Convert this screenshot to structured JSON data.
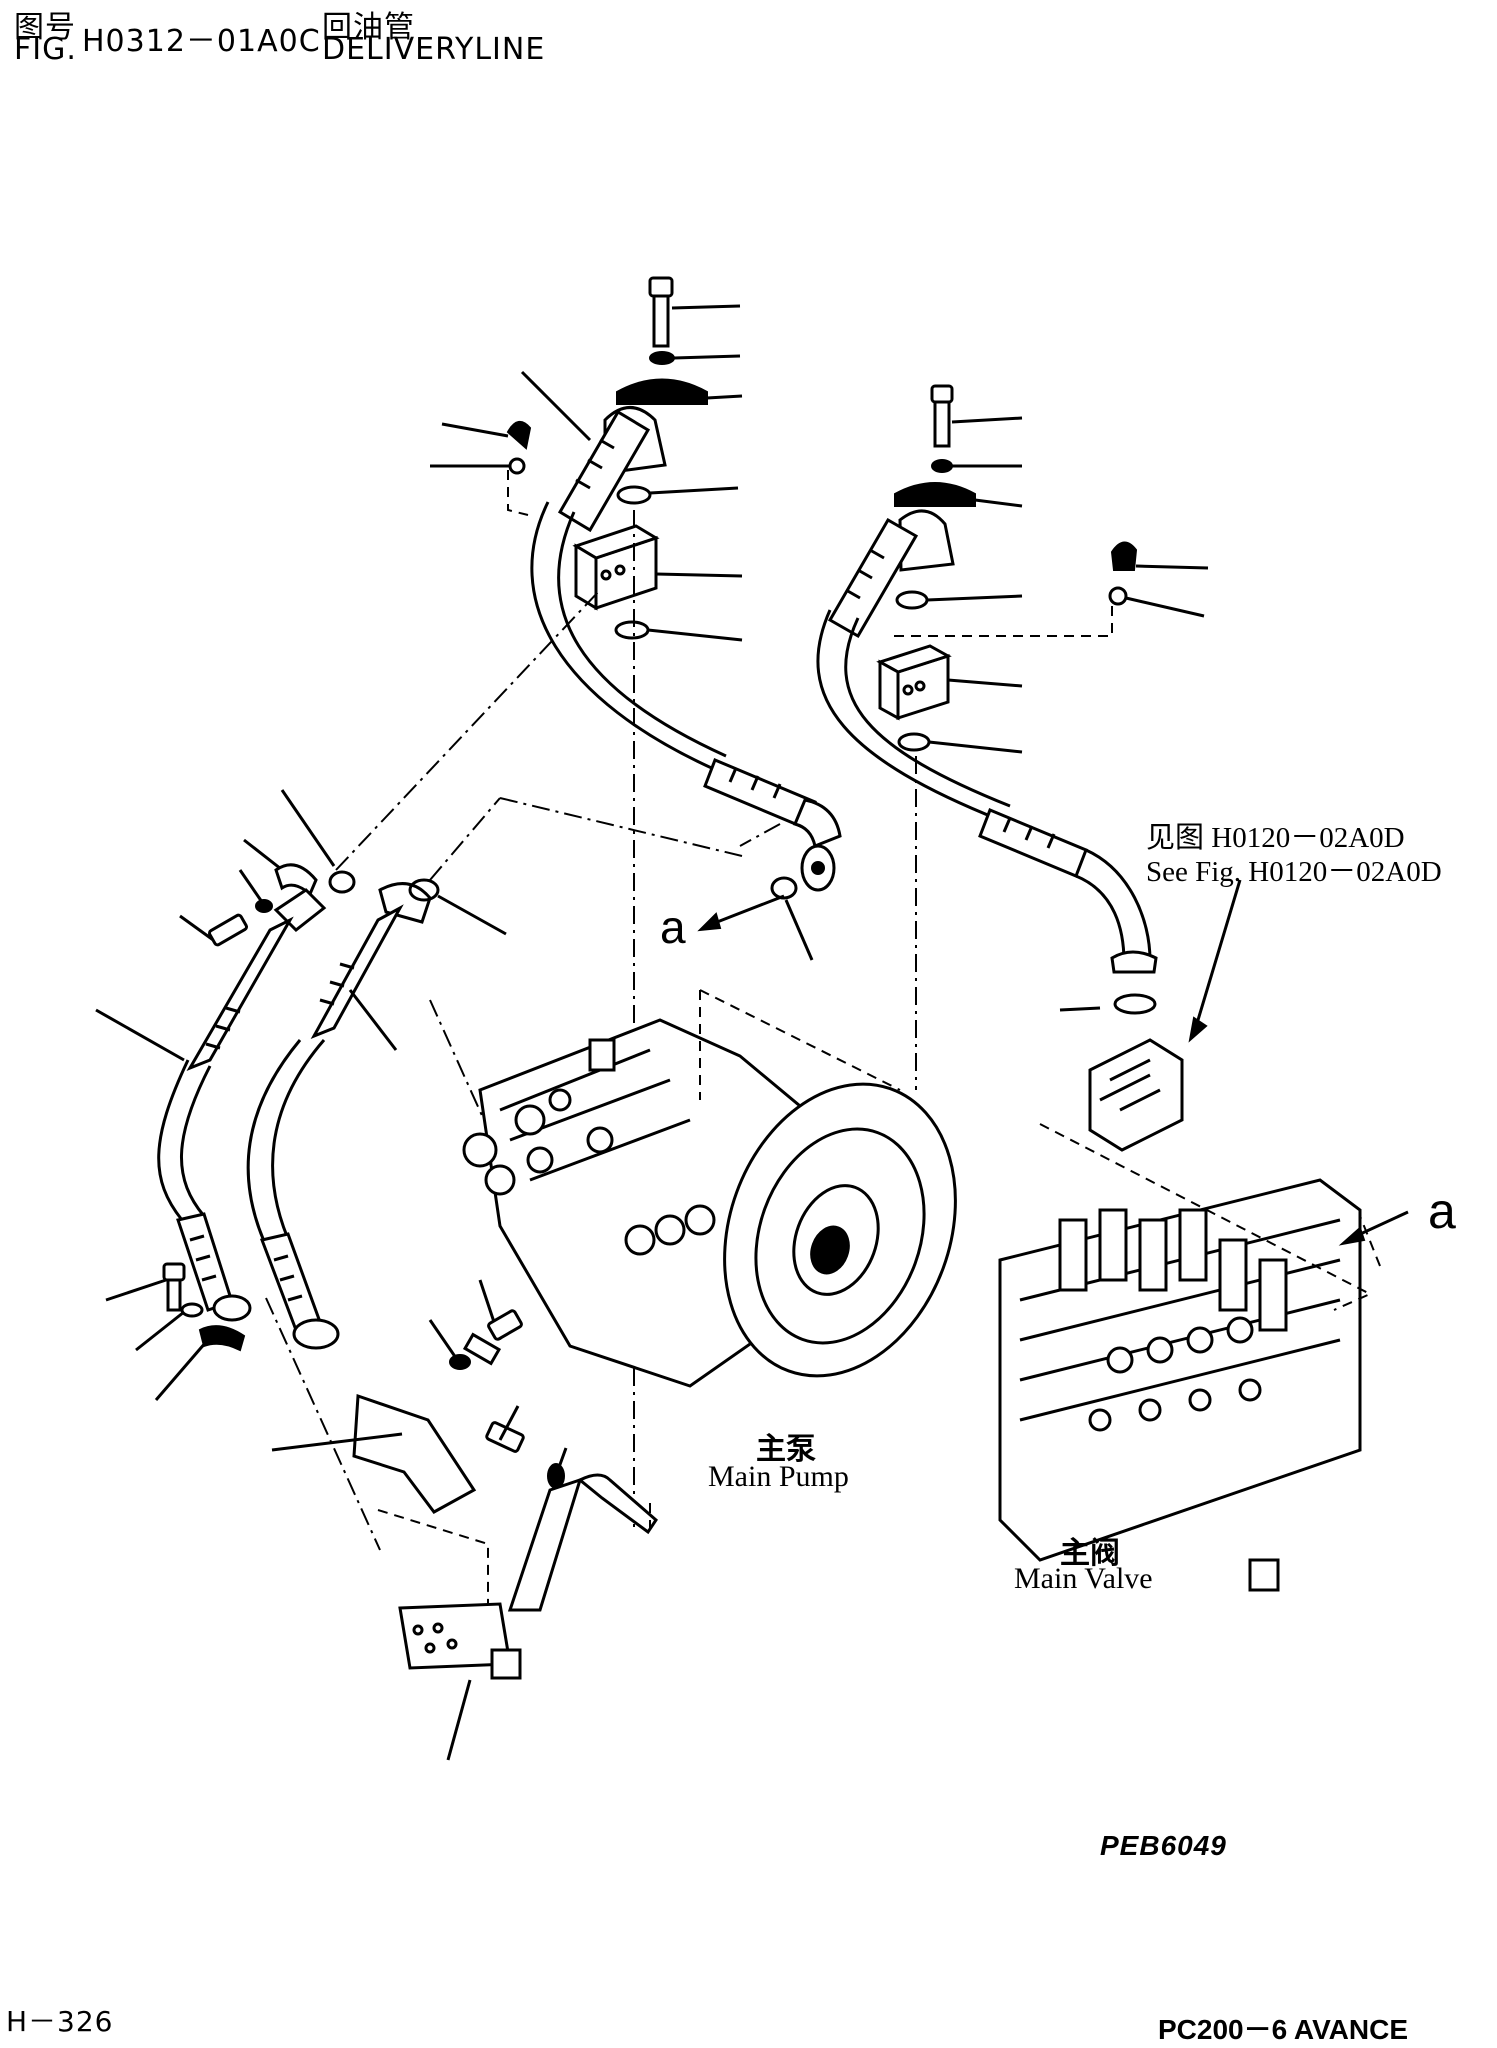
{
  "header": {
    "fig_cn": "图号",
    "fig_en": "FIG.",
    "fig_number": "H0312－01A0C",
    "title_cn": "回油管",
    "title_en": "DELIVERYLINE"
  },
  "callouts": {
    "see_fig_cn": "见图 H0120－02A0D",
    "see_fig_en": "See Fig. H0120－02A0D",
    "letter_a_left": "a",
    "letter_a_right": "a"
  },
  "components": {
    "main_pump_cn": "主泵",
    "main_pump_en": "Main Pump",
    "main_valve_cn": "主阀",
    "main_valve_en": "Main Valve"
  },
  "footer": {
    "drawing_id": "PEB6049",
    "page": "H－326",
    "model": "PC200－6 AVANCE"
  }
}
